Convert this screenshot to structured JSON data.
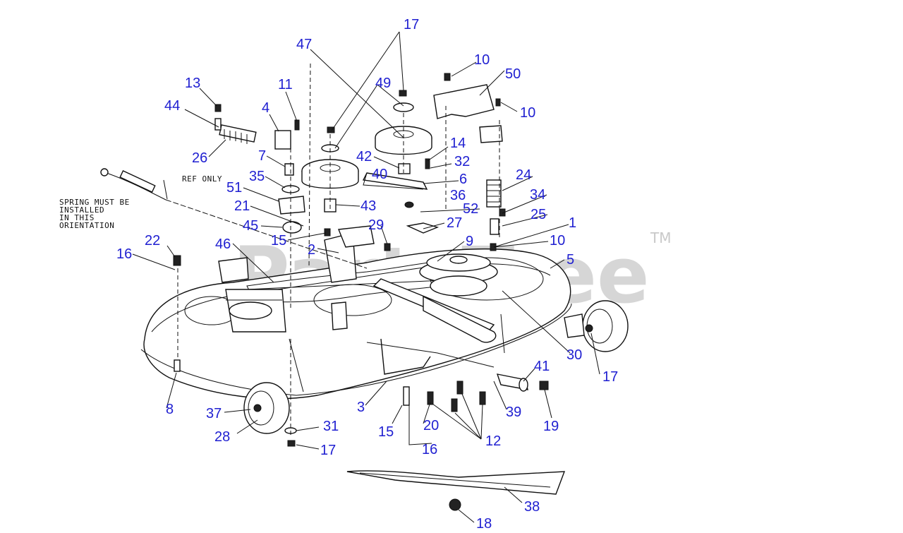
{
  "watermark": {
    "text": "PartsTree",
    "trademark": "TM"
  },
  "notes": {
    "ref_only": "REF ONLY",
    "spring_line1": "SPRING MUST BE",
    "spring_line2": "INSTALLED",
    "spring_line3": "IN THIS",
    "spring_line4": "ORIENTATION"
  },
  "callout_color": "#1f1fd1",
  "callouts": [
    "17",
    "47",
    "10",
    "50",
    "49",
    "13",
    "11",
    "44",
    "4",
    "10",
    "26",
    "14",
    "42",
    "7",
    "32",
    "40",
    "35",
    "6",
    "24",
    "36",
    "51",
    "43",
    "34",
    "21",
    "52",
    "25",
    "45",
    "27",
    "29",
    "1",
    "15",
    "10",
    "9",
    "22",
    "46",
    "2",
    "5",
    "16",
    "30",
    "41",
    "17",
    "37",
    "8",
    "3",
    "39",
    "19",
    "31",
    "20",
    "15",
    "28",
    "12",
    "17",
    "16",
    "38",
    "18"
  ]
}
